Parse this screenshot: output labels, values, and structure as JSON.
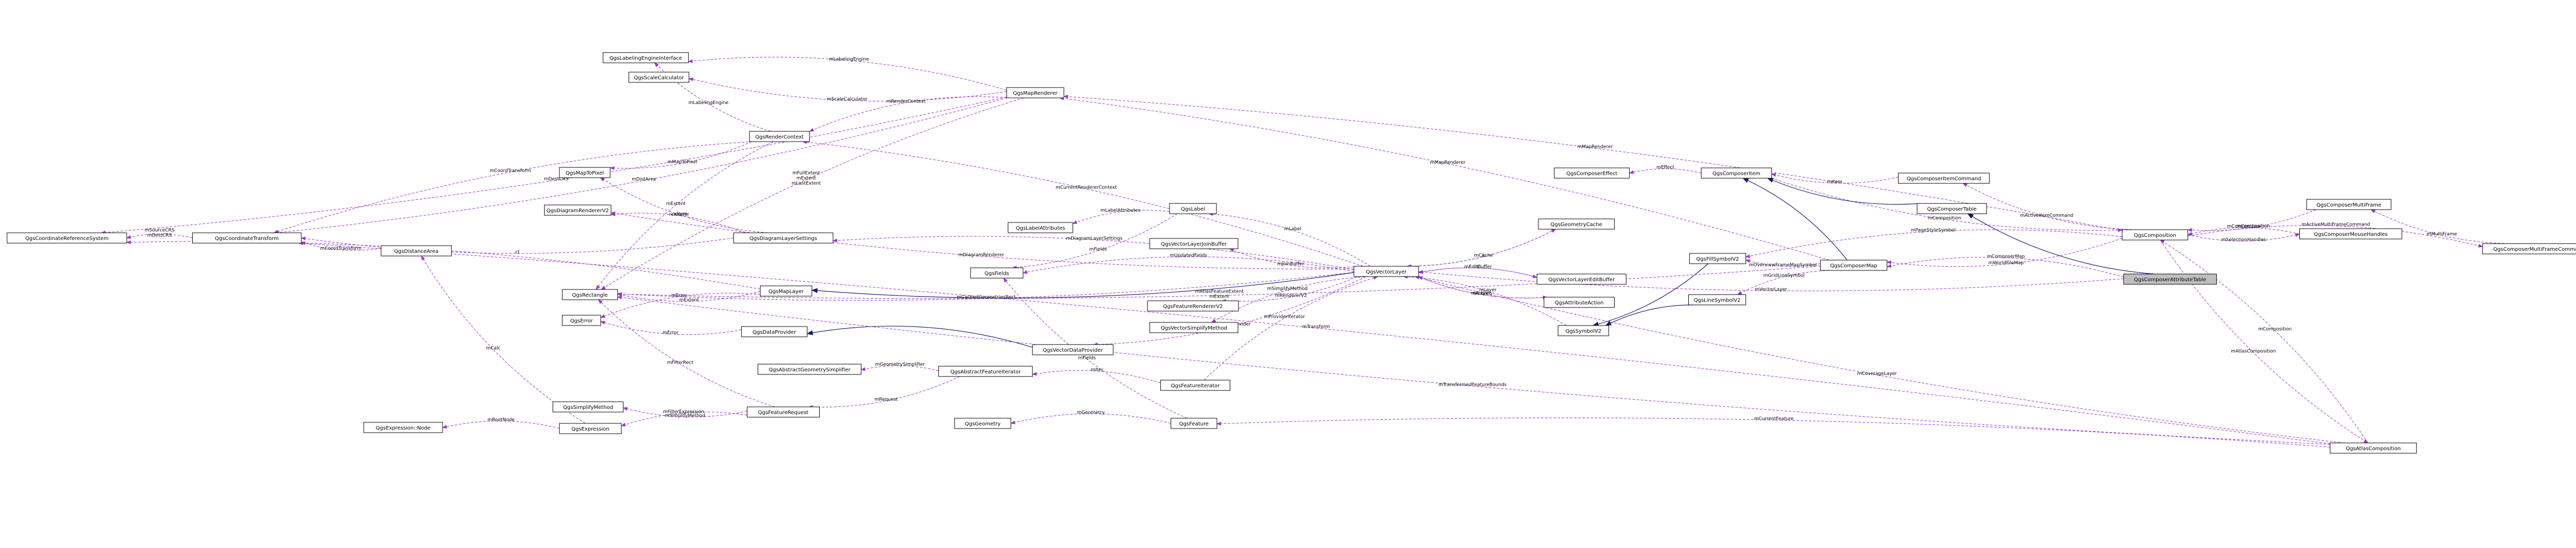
{
  "nodes": [
    {
      "id": "n_labeling_iface",
      "label": "QgsLabelingEngineInterface"
    },
    {
      "id": "n_scale_calc",
      "label": "QgsScaleCalculator"
    },
    {
      "id": "n_map_renderer",
      "label": "QgsMapRenderer"
    },
    {
      "id": "n_render_ctx",
      "label": "QgsRenderContext"
    },
    {
      "id": "n_map_to_pixel",
      "label": "QgsMapToPixel"
    },
    {
      "id": "n_diag_renderer",
      "label": "QgsDiagramRendererV2"
    },
    {
      "id": "n_crs",
      "label": "QgsCoordinateReferenceSystem"
    },
    {
      "id": "n_coord_transform",
      "label": "QgsCoordinateTransform"
    },
    {
      "id": "n_distance_area",
      "label": "QgsDistanceArea"
    },
    {
      "id": "n_diag_layer_settings",
      "label": "QgsDiagramLayerSettings"
    },
    {
      "id": "n_label_attrs",
      "label": "QgsLabelAttributes"
    },
    {
      "id": "n_label",
      "label": "QgsLabel"
    },
    {
      "id": "n_vl_join",
      "label": "QgsVectorLayerJoinBuffer"
    },
    {
      "id": "n_fields",
      "label": "QgsFields"
    },
    {
      "id": "n_rectangle",
      "label": "QgsRectangle"
    },
    {
      "id": "n_map_layer",
      "label": "QgsMapLayer"
    },
    {
      "id": "n_error",
      "label": "QgsError"
    },
    {
      "id": "n_data_provider",
      "label": "QgsDataProvider"
    },
    {
      "id": "n_feature_renderer",
      "label": "QgsFeatureRendererV2"
    },
    {
      "id": "n_vl_simplify",
      "label": "QgsVectorSimplifyMethod"
    },
    {
      "id": "n_vdp",
      "label": "QgsVectorDataProvider"
    },
    {
      "id": "n_abs_geom_simpl",
      "label": "QgsAbstractGeometrySimplifier"
    },
    {
      "id": "n_abs_feat_iter",
      "label": "QgsAbstractFeatureIterator"
    },
    {
      "id": "n_feat_iter",
      "label": "QgsFeatureIterator"
    },
    {
      "id": "n_simplify_method",
      "label": "QgsSimplifyMethod"
    },
    {
      "id": "n_feature_request",
      "label": "QgsFeatureRequest"
    },
    {
      "id": "n_expr_node",
      "label": "QgsExpression::Node"
    },
    {
      "id": "n_expression",
      "label": "QgsExpression"
    },
    {
      "id": "n_geometry",
      "label": "QgsGeometry"
    },
    {
      "id": "n_feature",
      "label": "QgsFeature"
    },
    {
      "id": "n_geom_cache",
      "label": "QgsGeometryCache"
    },
    {
      "id": "n_vl_edit_buffer",
      "label": "QgsVectorLayerEditBuffer"
    },
    {
      "id": "n_vector_layer",
      "label": "QgsVectorLayer"
    },
    {
      "id": "n_attr_action",
      "label": "QgsAttributeAction"
    },
    {
      "id": "n_symbol",
      "label": "QgsSymbolV2"
    },
    {
      "id": "n_fill_symbol",
      "label": "QgsFillSymbolV2"
    },
    {
      "id": "n_line_symbol",
      "label": "QgsLineSymbolV2"
    },
    {
      "id": "n_comp_effect",
      "label": "QgsComposerEffect"
    },
    {
      "id": "n_comp_item",
      "label": "QgsComposerItem"
    },
    {
      "id": "n_comp_item_cmd",
      "label": "QgsComposerItemCommand"
    },
    {
      "id": "n_comp_table",
      "label": "QgsComposerTable"
    },
    {
      "id": "n_comp_map",
      "label": "QgsComposerMap"
    },
    {
      "id": "n_comp_attr_table",
      "label": "QgsComposerAttributeTable"
    },
    {
      "id": "n_composition",
      "label": "QgsComposition"
    },
    {
      "id": "n_comp_multiframe",
      "label": "QgsComposerMultiFrame"
    },
    {
      "id": "n_comp_mouse",
      "label": "QgsComposerMouseHandles"
    },
    {
      "id": "n_comp_mf_cmd",
      "label": "QgsComposerMultiFrameCommand"
    },
    {
      "id": "n_atlas",
      "label": "QgsAtlasComposition"
    }
  ],
  "edges": [
    {
      "from": "n_map_renderer",
      "to": "n_crs",
      "kind": "uses",
      "labels": [
        "mDestCRS"
      ]
    },
    {
      "from": "n_map_renderer",
      "to": "n_labeling_iface",
      "kind": "uses",
      "labels": [
        "mLabelingEngine"
      ]
    },
    {
      "from": "n_map_renderer",
      "to": "n_scale_calc",
      "kind": "uses",
      "labels": [
        "mScaleCalculator"
      ]
    },
    {
      "from": "n_map_renderer",
      "to": "n_render_ctx",
      "kind": "uses",
      "labels": [
        "mRenderContext"
      ]
    },
    {
      "from": "n_map_renderer",
      "to": "n_coord_transform",
      "kind": "uses",
      "labels": [
        "mDistArea"
      ]
    },
    {
      "from": "n_map_renderer",
      "to": "n_rectangle",
      "kind": "uses",
      "labels": [
        "mFullExtent",
        "mExtent",
        "mLastExtent"
      ]
    },
    {
      "from": "n_render_ctx",
      "to": "n_labeling_iface",
      "kind": "uses",
      "labels": [
        "mLabelingEngine"
      ]
    },
    {
      "from": "n_render_ctx",
      "to": "n_coord_transform",
      "kind": "uses",
      "labels": [
        "mCoordTransform"
      ]
    },
    {
      "from": "n_render_ctx",
      "to": "n_map_to_pixel",
      "kind": "uses",
      "labels": [
        "mMapToPixel"
      ]
    },
    {
      "from": "n_render_ctx",
      "to": "n_rectangle",
      "kind": "uses",
      "labels": [
        "mExtent"
      ]
    },
    {
      "from": "n_diag_layer_settings",
      "to": "n_map_to_pixel",
      "kind": "uses",
      "labels": [
        "xform"
      ]
    },
    {
      "from": "n_diag_layer_settings",
      "to": "n_diag_renderer",
      "kind": "uses",
      "labels": [
        "renderer"
      ]
    },
    {
      "from": "n_diag_layer_settings",
      "to": "n_coord_transform",
      "kind": "uses",
      "labels": [
        "ct"
      ]
    },
    {
      "from": "n_coord_transform",
      "to": "n_crs",
      "kind": "uses",
      "labels": [
        "mSourceCRS",
        "mDestCRS"
      ]
    },
    {
      "from": "n_distance_area",
      "to": "n_coord_transform",
      "kind": "uses",
      "labels": [
        "mCoordTransform"
      ]
    },
    {
      "from": "n_map_layer",
      "to": "n_crs",
      "kind": "uses",
      "labels": [
        "mCRS"
      ]
    },
    {
      "from": "n_map_layer",
      "to": "n_rectangle",
      "kind": "uses",
      "labels": [
        "mExtent"
      ]
    },
    {
      "from": "n_map_layer",
      "to": "n_error",
      "kind": "uses",
      "labels": [
        "mError"
      ]
    },
    {
      "from": "n_data_provider",
      "to": "n_error",
      "kind": "uses",
      "labels": [
        "mError"
      ]
    },
    {
      "from": "n_label",
      "to": "n_label_attrs",
      "kind": "uses",
      "labels": [
        "mLabelAttributes"
      ]
    },
    {
      "from": "n_label",
      "to": "n_fields",
      "kind": "uses",
      "labels": [
        "mFields"
      ]
    },
    {
      "from": "n_abs_feat_iter",
      "to": "n_abs_geom_simpl",
      "kind": "uses",
      "labels": [
        "mGeometrySimplifier"
      ]
    },
    {
      "from": "n_abs_feat_iter",
      "to": "n_feature_request",
      "kind": "uses",
      "labels": [
        "mRequest"
      ]
    },
    {
      "from": "n_feat_iter",
      "to": "n_abs_feat_iter",
      "kind": "uses",
      "labels": [
        "mIter"
      ]
    },
    {
      "from": "n_feature_request",
      "to": "n_simplify_method",
      "kind": "uses",
      "labels": [
        "mSimplifyMethod"
      ]
    },
    {
      "from": "n_feature_request",
      "to": "n_expression",
      "kind": "uses",
      "labels": [
        "mFilterExpression"
      ]
    },
    {
      "from": "n_feature_request",
      "to": "n_rectangle",
      "kind": "uses",
      "labels": [
        "mFilterRect"
      ]
    },
    {
      "from": "n_expression",
      "to": "n_expr_node",
      "kind": "uses",
      "labels": [
        "mRootNode"
      ]
    },
    {
      "from": "n_expression",
      "to": "n_distance_area",
      "kind": "uses",
      "labels": [
        "mCalc"
      ]
    },
    {
      "from": "n_feature",
      "to": "n_geometry",
      "kind": "uses",
      "labels": [
        "mGeometry"
      ]
    },
    {
      "from": "n_feature",
      "to": "n_fields",
      "kind": "uses",
      "labels": [
        "mFields"
      ]
    },
    {
      "from": "n_vector_layer",
      "to": "n_render_ctx",
      "kind": "uses",
      "labels": [
        "mCurrentRendererContext"
      ]
    },
    {
      "from": "n_vector_layer",
      "to": "n_diag_renderer",
      "kind": "uses",
      "labels": [
        "mDiagramRenderer"
      ]
    },
    {
      "from": "n_vector_layer",
      "to": "n_diag_layer_settings",
      "kind": "uses",
      "labels": [
        "mDiagramLayerSettings"
      ]
    },
    {
      "from": "n_vector_layer",
      "to": "n_rectangle",
      "kind": "uses",
      "labels": [
        "mCachedGeometriesRect"
      ]
    },
    {
      "from": "n_vector_layer",
      "to": "n_label",
      "kind": "uses",
      "labels": [
        "mLabel"
      ]
    },
    {
      "from": "n_vector_layer",
      "to": "n_vl_join",
      "kind": "uses",
      "labels": [
        "mJoinBuffer"
      ]
    },
    {
      "from": "n_vector_layer",
      "to": "n_fields",
      "kind": "uses",
      "labels": [
        "mUpdatedFields"
      ]
    },
    {
      "from": "n_vector_layer",
      "to": "n_feature_renderer",
      "kind": "uses",
      "labels": [
        "mRendererV2"
      ]
    },
    {
      "from": "n_vector_layer",
      "to": "n_vl_simplify",
      "kind": "uses",
      "labels": [
        "mSimplifyMethod"
      ]
    },
    {
      "from": "n_vector_layer",
      "to": "n_vdp",
      "kind": "uses",
      "labels": [
        "mDataProvider"
      ]
    },
    {
      "from": "n_vector_layer",
      "to": "n_geom_cache",
      "kind": "uses",
      "labels": [
        "mCache"
      ]
    },
    {
      "from": "n_vector_layer",
      "to": "n_vl_edit_buffer",
      "kind": "uses",
      "labels": [
        "mEditBuffer"
      ]
    },
    {
      "from": "n_vector_layer",
      "to": "n_attr_action",
      "kind": "uses",
      "labels": [
        "mActions"
      ]
    },
    {
      "from": "n_vector_layer",
      "to": "n_map_layer",
      "kind": "inherits",
      "labels": []
    },
    {
      "from": "n_vdp",
      "to": "n_data_provider",
      "kind": "inherits",
      "labels": []
    },
    {
      "from": "n_geom_cache",
      "to": "n_vector_layer",
      "kind": "uses",
      "labels": [
        "L"
      ]
    },
    {
      "from": "n_vl_edit_buffer",
      "to": "n_vector_layer",
      "kind": "uses",
      "labels": [
        "L"
      ]
    },
    {
      "from": "n_attr_action",
      "to": "n_vector_layer",
      "kind": "uses",
      "labels": [
        "mLayer"
      ]
    },
    {
      "from": "n_symbol",
      "to": "n_vector_layer",
      "kind": "uses",
      "labels": [
        "mLayer"
      ]
    },
    {
      "from": "n_fill_symbol",
      "to": "n_symbol",
      "kind": "inherits",
      "labels": []
    },
    {
      "from": "n_line_symbol",
      "to": "n_symbol",
      "kind": "inherits",
      "labels": []
    },
    {
      "from": "n_feat_iter",
      "to": "n_vector_layer",
      "kind": "uses",
      "labels": [
        "mProviderIterator"
      ]
    },
    {
      "from": "n_comp_item",
      "to": "n_comp_effect",
      "kind": "uses",
      "labels": [
        "mEffect"
      ]
    },
    {
      "from": "n_comp_item_cmd",
      "to": "n_comp_item",
      "kind": "uses",
      "labels": [
        "mItem"
      ]
    },
    {
      "from": "n_comp_item",
      "to": "n_composition",
      "kind": "uses",
      "labels": [
        "mComposition"
      ]
    },
    {
      "from": "n_comp_table",
      "to": "n_comp_item",
      "kind": "inherits",
      "labels": []
    },
    {
      "from": "n_comp_map",
      "to": "n_comp_item",
      "kind": "inherits",
      "labels": []
    },
    {
      "from": "n_comp_attr_table",
      "to": "n_comp_table",
      "kind": "inherits",
      "labels": []
    },
    {
      "from": "n_comp_map",
      "to": "n_map_renderer",
      "kind": "uses",
      "labels": [
        "mMapRenderer"
      ]
    },
    {
      "from": "n_comp_map",
      "to": "n_fill_symbol",
      "kind": "uses",
      "labels": [
        "mOverviewFrameMapSymbol"
      ]
    },
    {
      "from": "n_comp_map",
      "to": "n_line_symbol",
      "kind": "uses",
      "labels": [
        "mGridLineSymbol"
      ]
    },
    {
      "from": "n_comp_map",
      "to": "n_rectangle",
      "kind": "uses",
      "labels": [
        "mAtlasFeatureExtent",
        "mExtent"
      ]
    },
    {
      "from": "n_comp_attr_table",
      "to": "n_comp_map",
      "kind": "uses",
      "labels": [
        "mComposerMap"
      ]
    },
    {
      "from": "n_comp_attr_table",
      "to": "n_vector_layer",
      "kind": "uses",
      "labels": [
        "mVectorLayer"
      ]
    },
    {
      "from": "n_composition",
      "to": "n_map_renderer",
      "kind": "uses",
      "labels": [
        "mMapRenderer"
      ]
    },
    {
      "from": "n_composition",
      "to": "n_comp_item_cmd",
      "kind": "uses",
      "labels": [
        "mActiveItemCommand"
      ]
    },
    {
      "from": "n_composition",
      "to": "n_fill_symbol",
      "kind": "uses",
      "labels": [
        "mPageStyleSymbol"
      ]
    },
    {
      "from": "n_composition",
      "to": "n_comp_map",
      "kind": "uses",
      "labels": [
        "mWorldFileMap"
      ]
    },
    {
      "from": "n_composition",
      "to": "n_comp_mouse",
      "kind": "uses",
      "labels": [
        "mSelectionHandles"
      ]
    },
    {
      "from": "n_composition",
      "to": "n_comp_mf_cmd",
      "kind": "uses",
      "labels": [
        "mActiveMultiFrameCommand"
      ]
    },
    {
      "from": "n_composition",
      "to": "n_atlas",
      "kind": "uses",
      "labels": [
        "mAtlasComposition"
      ]
    },
    {
      "from": "n_comp_multiframe",
      "to": "n_composition",
      "kind": "uses",
      "labels": [
        "mComposition"
      ]
    },
    {
      "from": "n_comp_mouse",
      "to": "n_composition",
      "kind": "uses",
      "labels": [
        "mComposition"
      ]
    },
    {
      "from": "n_comp_mf_cmd",
      "to": "n_comp_multiframe",
      "kind": "uses",
      "labels": [
        "mMultiFrame"
      ]
    },
    {
      "from": "n_atlas",
      "to": "n_composition",
      "kind": "uses",
      "labels": [
        "mComposition"
      ]
    },
    {
      "from": "n_atlas",
      "to": "n_vector_layer",
      "kind": "uses",
      "labels": [
        "mCoverageLayer"
      ]
    },
    {
      "from": "n_atlas",
      "to": "n_feature",
      "kind": "uses",
      "labels": [
        "mCurrentFeature"
      ]
    },
    {
      "from": "n_atlas",
      "to": "n_rectangle",
      "kind": "uses",
      "labels": [
        "mTransformedFeatureBounds"
      ]
    },
    {
      "from": "n_atlas",
      "to": "n_coord_transform",
      "kind": "uses",
      "labels": [
        "mTransform"
      ]
    }
  ]
}
